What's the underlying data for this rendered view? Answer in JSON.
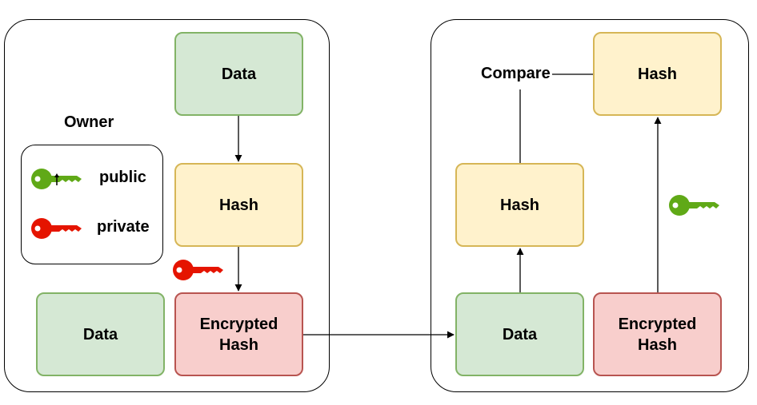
{
  "owner": {
    "title": "Owner",
    "legend": {
      "public_label": "public",
      "private_label": "private"
    },
    "data_top": "Data",
    "hash": "Hash",
    "data_bottom": "Data",
    "encrypted_hash": "Encrypted\nHash"
  },
  "receiver": {
    "compare_label": "Compare",
    "hash_top": "Hash",
    "hash_mid": "Hash",
    "data": "Data",
    "encrypted_hash": "Encrypted\nHash"
  },
  "icons": {
    "public_key": "key-icon",
    "private_key": "key-icon"
  },
  "colors": {
    "public_key": "#60a917",
    "private_key": "#e51400",
    "green_fill": "#d5e8d4",
    "green_stroke": "#82b366",
    "yellow_fill": "#fff2cc",
    "yellow_stroke": "#d6b656",
    "red_fill": "#f8cecc",
    "red_stroke": "#b85450"
  }
}
